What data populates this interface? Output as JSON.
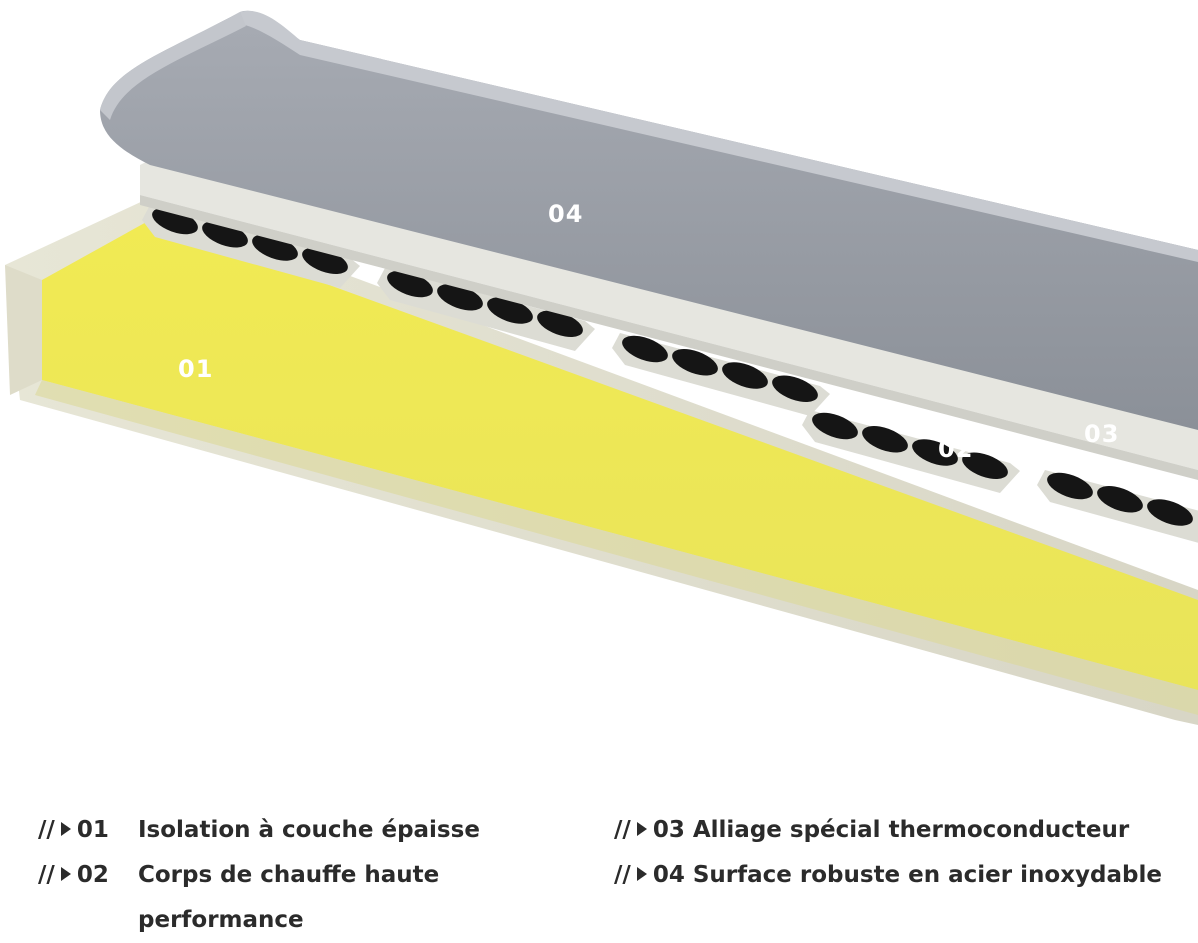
{
  "callouts": {
    "c01": "01",
    "c02": "02",
    "c03": "03",
    "c04": "04"
  },
  "legend": {
    "prefix": "//",
    "left": [
      {
        "num": "01",
        "text": "Isolation à couche épaisse"
      },
      {
        "num": "02",
        "text": "Corps de chauffe haute",
        "text2": "performance"
      }
    ],
    "right": [
      {
        "num": "03",
        "text": "Alliage spécial thermoconducteur"
      },
      {
        "num": "04",
        "text": "Surface robuste en acier inoxydable"
      }
    ]
  },
  "colors": {
    "insulation": "#efe85a",
    "steel": "#9ea3ab",
    "alloy": "#e9e9e4",
    "coil": "#151515"
  }
}
